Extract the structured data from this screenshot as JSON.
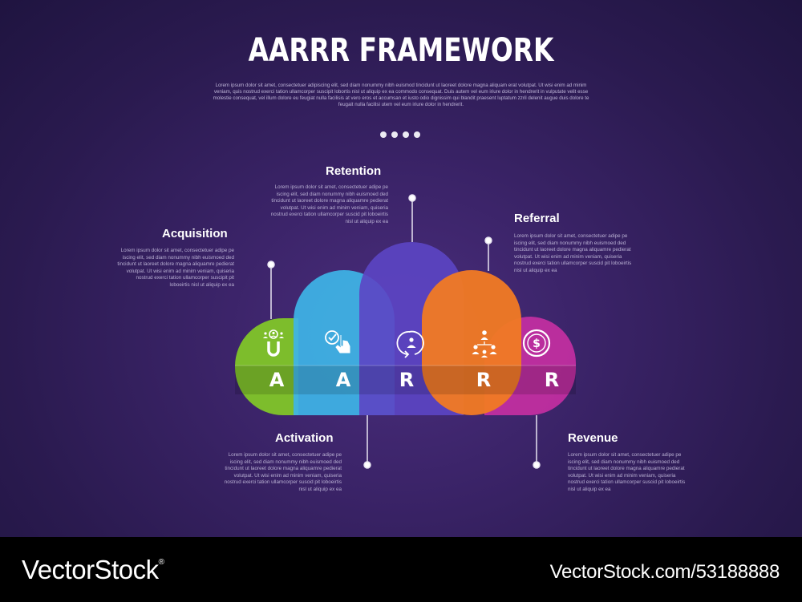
{
  "title": "AARRR FRAMEWORK",
  "intro": "Lorem ipsum dolor sit amet, consectetuer adipiscing elit, sed diam nonummy nibh euismod tincidunt ut laoreet dolore magna aliquam erat volutpat. Ut wisi enim ad minim veniam, quis nostrud exerci tation ullamcorper suscipit lobortis nisl ut aliquip ex ea commodo consequat. Duis autem vel eum iriure dolor in hendrerit in vulputate velit esse molestie consequat, vel illum dolore eu feugiat nulla facilisis at vero eros et accumsan et iusto odio dignissim qui blandit praesent luptatum zzril delenit augue duis dolore te feugait nulla facilisi utem vel eum iriure dolor in hendrerit.",
  "stages": [
    {
      "heading": "Acquisition",
      "letter": "A",
      "color": "#7dbd2c",
      "icon": "magnet-users-icon",
      "text": "Lorem ipsum dolor sit amet, consectetuer adipe pe iscing elit, sed diam nonummy nibh euismoed ded tincidunt ut laoreet dolore magna aliquamre pedierat volutpat. Ut wisi enim ad minim veniam, quiseria nostrud exerci tation ullamcorper suscipit pit loboeirtis nisl ut aliquip ex ea"
    },
    {
      "heading": "Activation",
      "letter": "A",
      "color": "#3eb4e6",
      "icon": "check-touch-icon",
      "text": "Lorem ipsum dolor sit amet, consectetuer adipe pe iscing elit, sed diam nonummy nibh euismoed ded tincidunt ut laoreet dolore magna aliquamre pedierat volutpat. Ut wisi enim ad minim veniam, quiseria nostrud exerci tation ullamcorper suscid pit loboeirtis nisl ut aliquip ex ea"
    },
    {
      "heading": "Retention",
      "letter": "R",
      "color": "#5c45c4",
      "icon": "user-cycle-icon",
      "text": "Lorem ipsum dolor sit amet, consectetuer adipe pe iscing elit, sed diam nonummy nibh euismoed ded tincidunt ut laoreet dolore magna aliquamre pedierat volutpat. Ut wisi enim ad minim veniam, quiseria nostrud exerci tation ullamcorper suscid pit loboeirtis nisl ut aliquip ex ea"
    },
    {
      "heading": "Referral",
      "letter": "R",
      "color": "#f07a24",
      "icon": "user-network-icon",
      "text": "Lorem ipsum dolor sit amet, consectetuer adipe pe iscing elit, sed diam nonummy nibh euismoed ded tincidunt ut laoreet dolore magna aliquamre pedierat volutpat. Ut wisi enim ad minim veniam, quiseria nostrud exerci tation ullamcorper suscid pit loboeirtis nisl ut aliquip ex ea"
    },
    {
      "heading": "Revenue",
      "letter": "R",
      "color": "#c42fa2",
      "icon": "dollar-coin-icon",
      "text": "Lorem ipsum dolor sit amet, consectetuer adipe pe iscing elit, sed diam nonummy nibh euismoed ded tincidunt ut laoreet dolore magna aliquamre pedierat volutpat. Ut wisi enim ad minim veniam, quiseria nostrud exerci tation ullamcorper suscid pit loboeirtis nisl ut aliquip ex ea"
    }
  ],
  "watermark": {
    "brand": "VectorStock",
    "brand_mark": "®",
    "id": "VectorStock.com/53188888"
  }
}
